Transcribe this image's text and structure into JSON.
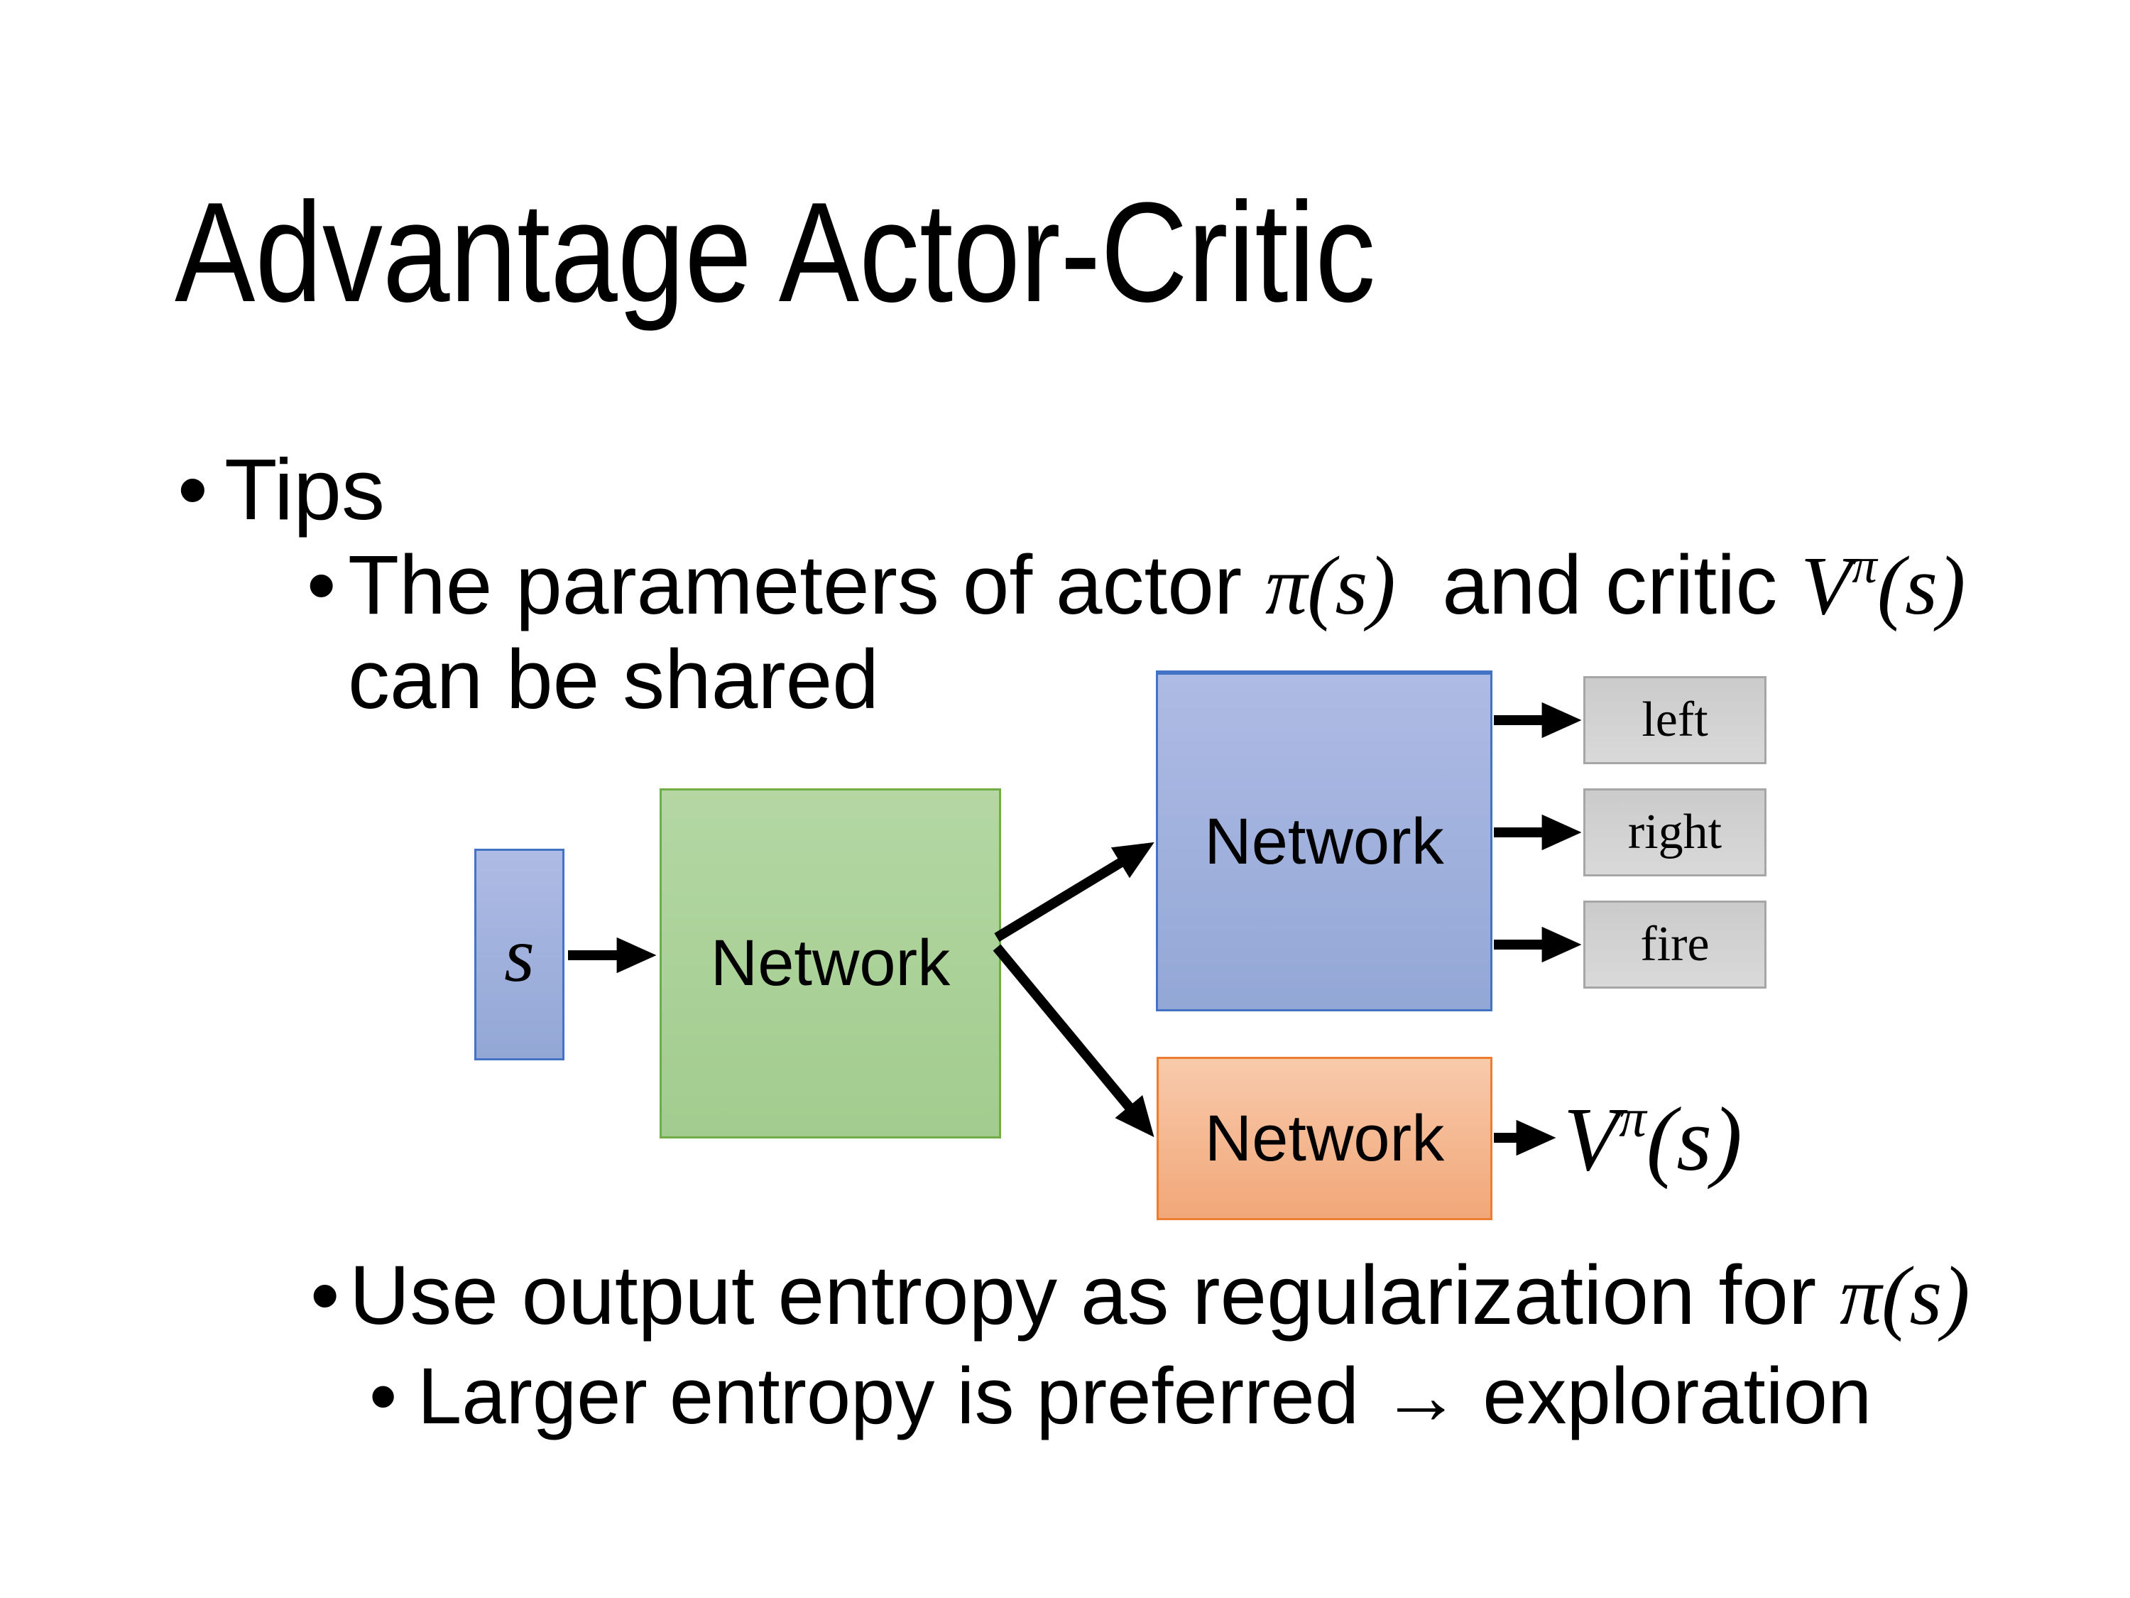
{
  "title": "Advantage Actor-Critic",
  "bullet_glyph": "•",
  "bullets": {
    "tips": "Tips",
    "shared": {
      "pre": "The parameters of actor ",
      "pi": "π(s)",
      "mid": "  and critic ",
      "v_base": "V",
      "v_sup": "π",
      "v_args": "(s)",
      "line2": "can be shared"
    },
    "entropy": {
      "pre": "Use output entropy as regularization for ",
      "pi": "π(s)"
    },
    "exploration": "Larger entropy is preferred → exploration"
  },
  "diagram": {
    "s_label": "s",
    "shared_network_label": "Network",
    "actor_network_label": "Network",
    "critic_network_label": "Network",
    "actions": [
      "left",
      "right",
      "fire"
    ],
    "value_base": "V",
    "value_sup": "π",
    "value_args": "(s)",
    "colors": {
      "blue_fill_light": "#aebbe4",
      "blue_fill_dark": "#93a7d6",
      "blue_border": "#4472c4",
      "green_fill_light": "#b4d7a3",
      "green_fill_dark": "#a2cc8f",
      "green_border": "#70ad47",
      "orange_fill_light": "#f8caac",
      "orange_fill_dark": "#f1a778",
      "orange_border": "#ed7d31",
      "gray_fill_light": "#cbcbcb",
      "gray_fill_dark": "#d9d9d9",
      "gray_border": "#a6a6a6",
      "arrow": "#000000"
    }
  }
}
